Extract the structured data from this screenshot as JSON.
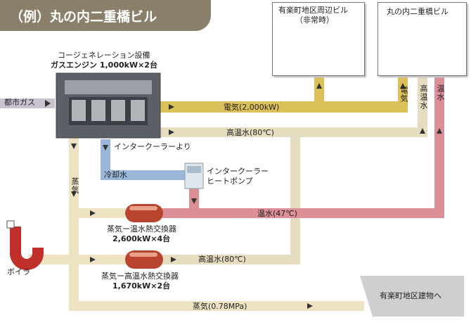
{
  "title": "（例）丸の内二重橋ビル",
  "buildings": {
    "yurakucho_label_1": "有楽町地区周辺ビル",
    "yurakucho_label_2": "（非常時）",
    "marunouchi_label": "丸の内二重橋ビル"
  },
  "cogeneration": {
    "label": "コージェネレーション設備",
    "spec": "ガスエンジン 1,000kW×2台"
  },
  "inputs": {
    "city_gas": "都市ガス"
  },
  "flows": {
    "electricity": "電気(2,000kW)",
    "hot_water_80_top": "高温水(80℃)",
    "intercooler_from": "インタークーラーより",
    "cooling_water": "冷却水",
    "steam_vertical": "蒸気",
    "warm_water_47": "温水(47℃)",
    "hot_water_80_bottom": "高温水(80℃)",
    "steam_bottom": "蒸気(0.78MPa)",
    "right_electric": "電気",
    "right_hot_water": "高温水",
    "right_warm_water": "温水"
  },
  "equipment": {
    "heat_pump_1": "インタークーラー",
    "heat_pump_2": "ヒートポンプ",
    "exchanger1_label": "蒸気ー温水熱交換器",
    "exchanger1_spec": "2,600kW×4台",
    "exchanger2_label": "蒸気ー高温水熱交換器",
    "exchanger2_spec": "1,670kW×2台",
    "boiler": "ボイラ"
  },
  "destination": {
    "yurakucho_buildings": "有楽町地区建物へ"
  },
  "colors": {
    "electric": "#dcc05a",
    "hot_water": "#e6dcc0",
    "steam": "#ecdfb6",
    "warm_water": "#dc8f96",
    "cooling": "#9ab6d8",
    "title_bg": "#8a7f6b"
  }
}
